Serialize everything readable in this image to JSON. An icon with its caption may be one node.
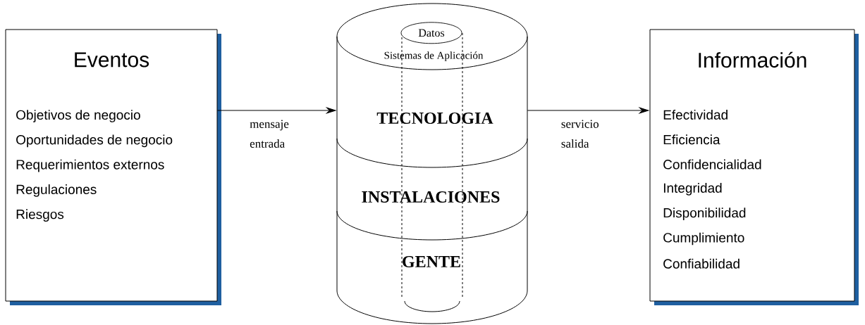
{
  "diagram": {
    "nodes": [
      {
        "text": [
          "Eventos",
          "Objetivos de negocio",
          "Oportunidades de negocio",
          "Requerimientos externos",
          "Regulaciones",
          "Riesgos"
        ]
      },
      {
        "text": [
          "Sistemas de Aplicación",
          "TECNOLOGIA",
          "INSTALACIONES",
          "GENTE"
        ]
      },
      {
        "text": [
          "Datos"
        ],
        "in": 1
      },
      {
        "text": [
          "Información",
          "Efectividad",
          "Eficiencia",
          "Confidencialidad",
          "Integridad",
          "Disponibilidad",
          "Cumplimiento",
          "Confiabilidad"
        ]
      }
    ],
    "edges": [
      {
        "from": 0,
        "to": 1,
        "arrow": "to",
        "label": "mensaje entrada"
      },
      {
        "from": 1,
        "to": 3,
        "arrow": "to",
        "label": "servicio salida"
      }
    ]
  }
}
